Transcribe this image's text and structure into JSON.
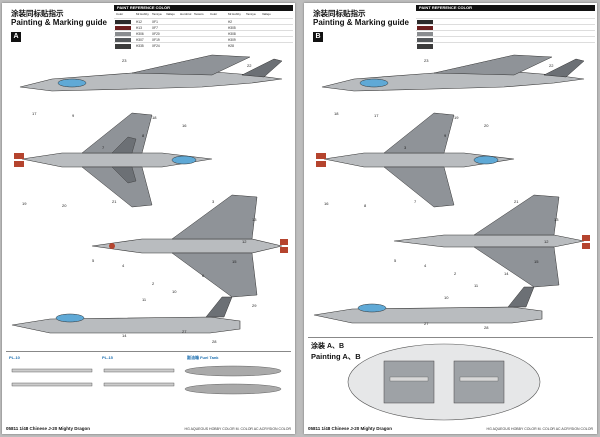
{
  "left_page": {
    "title_cn": "涂装同标贴指示",
    "title_en": "Painting & Marking guide",
    "scheme_letter": "A",
    "footer_code": "05811  1/48  Chinese J-20 Mighty Dragon",
    "footer_legend": "HG AQUEOUS HOBBY COLOR   M. COLOR   AC ACRYSION COLOR",
    "weapon_labels": [
      "PL-10",
      "PL-15",
      "副油箱 Fuel Tank"
    ]
  },
  "right_page": {
    "title_cn": "涂装同标贴指示",
    "title_en": "Painting & Marking guide",
    "scheme_letter": "B",
    "section_cn": "涂装 A、B",
    "section_en": "Painting A、B",
    "footer_code": "05811  1/48  Chinese J-20 Mighty Dragon",
    "footer_legend": "HG AQUEOUS HOBBY COLOR   M. COLOR   AC ACRYSION COLOR"
  },
  "paint_reference": {
    "title": "PAINT REFERENCE COLOR",
    "columns": [
      "Color",
      "Mr.Hobby",
      "Tamiya",
      "Vallejo",
      "Humbrol",
      "Testors",
      "Color",
      "Mr.Hobby",
      "Tamiya",
      "Vallejo"
    ],
    "rows": [
      {
        "swatch": "#2b2b2b",
        "name": "",
        "codes": [
          "H12",
          "XF1",
          "",
          "",
          "",
          "",
          "H2",
          "",
          ""
        ]
      },
      {
        "swatch": "#6b1f1f",
        "name": "",
        "codes": [
          "H13",
          "XF7",
          "",
          "",
          "",
          "",
          "H305",
          "",
          ""
        ]
      },
      {
        "swatch": "#8a8d90",
        "name": "",
        "codes": [
          "H306",
          "XF20",
          "",
          "",
          "",
          "",
          "H308",
          "",
          ""
        ]
      },
      {
        "swatch": "#55585b",
        "name": "",
        "codes": [
          "H307",
          "XF19",
          "",
          "",
          "",
          "",
          "H309",
          "",
          ""
        ]
      },
      {
        "swatch": "#3c3c3c",
        "name": "",
        "codes": [
          "H335",
          "XF24",
          "",
          "",
          "",
          "",
          "H28",
          "",
          ""
        ]
      }
    ]
  },
  "callouts": {
    "left": [
      "23",
      "22",
      "9",
      "17",
      "18",
      "16",
      "8",
      "7",
      "19",
      "20",
      "21",
      "3",
      "13",
      "12",
      "15",
      "2",
      "4",
      "5",
      "6",
      "10",
      "11",
      "14",
      "27",
      "28",
      "29"
    ],
    "right": [
      "23",
      "22",
      "18",
      "17",
      "19",
      "20",
      "9",
      "3",
      "16",
      "8",
      "7",
      "21",
      "13",
      "12",
      "15",
      "2",
      "4",
      "5",
      "14",
      "11",
      "10",
      "27",
      "28"
    ]
  },
  "colors": {
    "camo_light": "#b9bcbf",
    "camo_mid": "#8f9398",
    "camo_dark": "#6c7075",
    "canopy": "#5fa9d6",
    "accent_blue": "#1d6fb0",
    "nozzle_red": "#b5442e"
  }
}
